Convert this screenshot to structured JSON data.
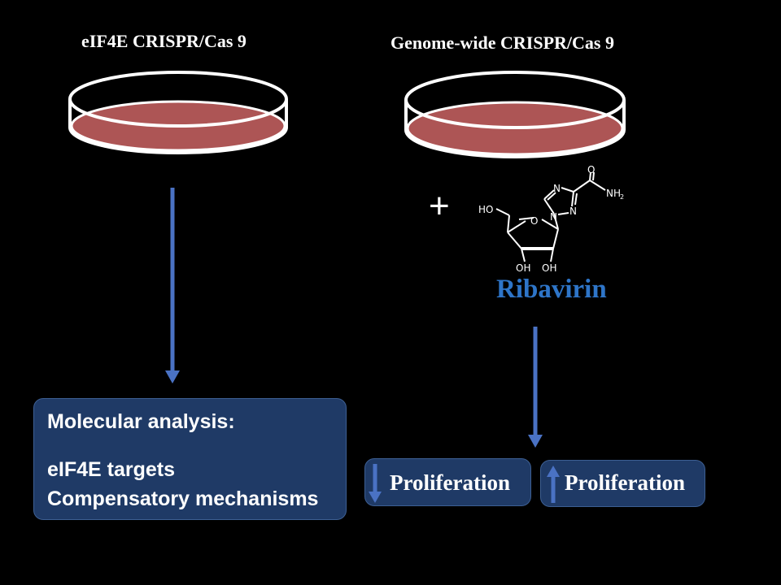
{
  "left_experiment": {
    "title": "eIF4E CRISPR/Cas 9"
  },
  "right_experiment": {
    "title": "Genome-wide CRISPR/Cas 9"
  },
  "treatment": {
    "plus_symbol": "+",
    "drug_name": "Ribavirin"
  },
  "molecule": {
    "atoms": {
      "oxygen": "O",
      "nitrogen_1": "N",
      "nitrogen_2": "N",
      "nitrogen_3": "N",
      "hydroxyl_top": "HO",
      "hydroxyl_2": "OH",
      "hydroxyl_3": "OH",
      "carbonyl_o": "O",
      "amide": "NH",
      "amide_sub": "2"
    }
  },
  "analysis_box": {
    "heading": "Molecular analysis:",
    "lines": [
      "eIF4E targets",
      "Compensatory mechanisms"
    ]
  },
  "outcomes": [
    {
      "direction": "down",
      "label": "Proliferation"
    },
    {
      "direction": "up",
      "label": "Proliferation"
    }
  ],
  "colors": {
    "dish_fill": "#ad5555",
    "arrow": "#4a72c4",
    "box_fill": "#1f3a66",
    "drug_text": "#2e75c8"
  }
}
